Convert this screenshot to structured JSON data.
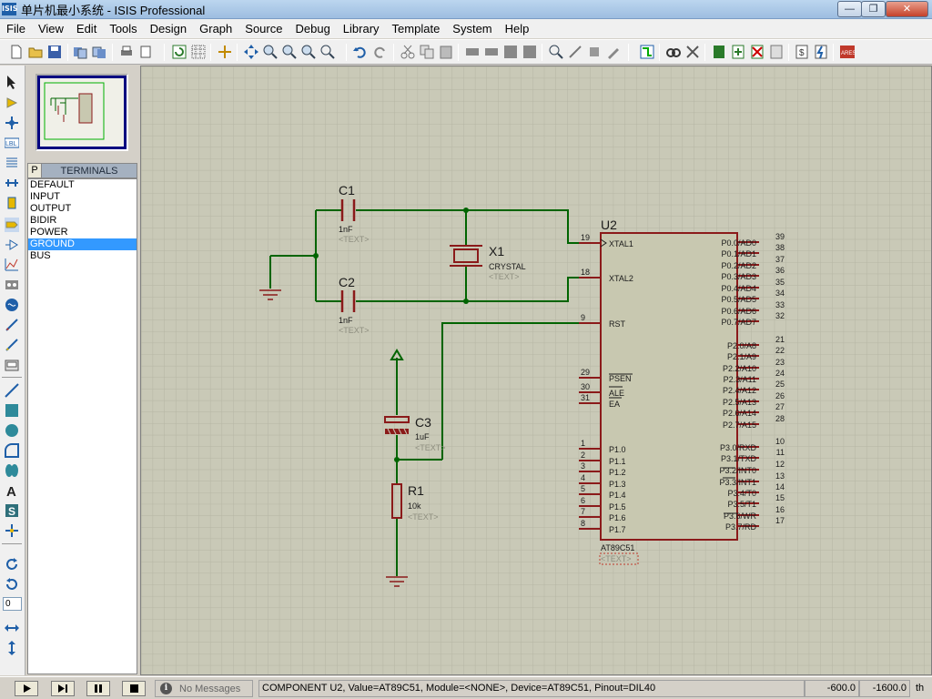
{
  "window": {
    "app_icon": "ISIS",
    "title": "单片机最小系统 - ISIS Professional",
    "min": "—",
    "max": "❐",
    "close": "✕"
  },
  "menu": [
    "File",
    "View",
    "Edit",
    "Tools",
    "Design",
    "Graph",
    "Source",
    "Debug",
    "Library",
    "Template",
    "System",
    "Help"
  ],
  "panel": {
    "mode_button": "P",
    "title": "TERMINALS",
    "terminals": [
      "DEFAULT",
      "INPUT",
      "OUTPUT",
      "BIDIR",
      "POWER",
      "GROUND",
      "BUS"
    ],
    "selected_index": 5
  },
  "left_tools": {
    "zoom_value": "0"
  },
  "schematic": {
    "c1": {
      "ref": "C1",
      "value": "1nF",
      "text": "<TEXT>"
    },
    "c2": {
      "ref": "C2",
      "value": "1nF",
      "text": "<TEXT>"
    },
    "x1": {
      "ref": "X1",
      "value": "CRYSTAL",
      "text": "<TEXT>"
    },
    "c3": {
      "ref": "C3",
      "value": "1uF",
      "text": "<TEXT>"
    },
    "r1": {
      "ref": "R1",
      "value": "10k",
      "text": "<TEXT>"
    },
    "u2": {
      "ref": "U2",
      "part": "AT89C51",
      "text": "<TEXT>",
      "left_pins": [
        {
          "num": "19",
          "name": "XTAL1"
        },
        {
          "num": "18",
          "name": "XTAL2"
        },
        {
          "num": "9",
          "name": "RST"
        },
        {
          "num": "29",
          "name": "PSEN"
        },
        {
          "num": "30",
          "name": "ALE"
        },
        {
          "num": "31",
          "name": "EA"
        },
        {
          "num": "1",
          "name": "P1.0"
        },
        {
          "num": "2",
          "name": "P1.1"
        },
        {
          "num": "3",
          "name": "P1.2"
        },
        {
          "num": "4",
          "name": "P1.3"
        },
        {
          "num": "5",
          "name": "P1.4"
        },
        {
          "num": "6",
          "name": "P1.5"
        },
        {
          "num": "7",
          "name": "P1.6"
        },
        {
          "num": "8",
          "name": "P1.7"
        }
      ],
      "right_pins": [
        {
          "num": "39",
          "name": "P0.0/AD0"
        },
        {
          "num": "38",
          "name": "P0.1/AD1"
        },
        {
          "num": "37",
          "name": "P0.2/AD2"
        },
        {
          "num": "36",
          "name": "P0.3/AD3"
        },
        {
          "num": "35",
          "name": "P0.4/AD4"
        },
        {
          "num": "34",
          "name": "P0.5/AD5"
        },
        {
          "num": "33",
          "name": "P0.6/AD6"
        },
        {
          "num": "32",
          "name": "P0.7/AD7"
        },
        {
          "num": "21",
          "name": "P2.0/A8"
        },
        {
          "num": "22",
          "name": "P2.1/A9"
        },
        {
          "num": "23",
          "name": "P2.2/A10"
        },
        {
          "num": "24",
          "name": "P2.3/A11"
        },
        {
          "num": "25",
          "name": "P2.4/A12"
        },
        {
          "num": "26",
          "name": "P2.5/A13"
        },
        {
          "num": "27",
          "name": "P2.6/A14"
        },
        {
          "num": "28",
          "name": "P2.7/A15"
        },
        {
          "num": "10",
          "name": "P3.0/RXD"
        },
        {
          "num": "11",
          "name": "P3.1/TXD"
        },
        {
          "num": "12",
          "name": "P3.2/INT0"
        },
        {
          "num": "13",
          "name": "P3.3/INT1"
        },
        {
          "num": "14",
          "name": "P3.4/T0"
        },
        {
          "num": "15",
          "name": "P3.5/T1"
        },
        {
          "num": "16",
          "name": "P3.6/WR"
        },
        {
          "num": "17",
          "name": "P3.7/RD"
        }
      ]
    }
  },
  "status": {
    "messages": "No Messages",
    "info": "COMPONENT U2, Value=AT89C51, Module=<NONE>, Device=AT89C51, Pinout=DIL40",
    "x": "-600.0",
    "y": "-1600.0",
    "unit": "th"
  },
  "colors": {
    "wire": "#006400",
    "component": "#8b1a1a",
    "canvas": "#c9c9b7",
    "chip_fill": "#c8c8b0",
    "grid": "#b9b9a6",
    "selection": "#3399ff"
  }
}
